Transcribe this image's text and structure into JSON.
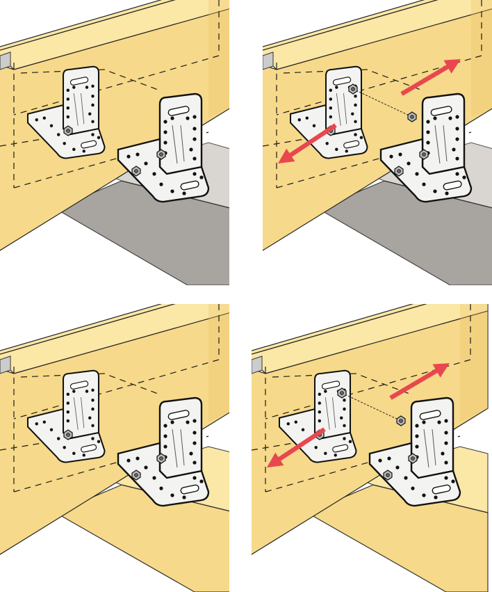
{
  "colors": {
    "background": "#ffffff",
    "beam_light": "#fbe7a6",
    "beam_mid": "#f6d98a",
    "beam_dark": "#efc56a",
    "concrete_top": "#d9d6d2",
    "concrete_side": "#a8a4a0",
    "bracket_fill": "#f3f3f1",
    "bracket_edge": "#111111",
    "hidden_line": "#1a1a1a",
    "arrow": "#e8474f"
  },
  "panels": [
    {
      "id": "top-left",
      "support": "concrete",
      "fastener": "anchor-bolts",
      "arrows": false
    },
    {
      "id": "top-right",
      "support": "concrete",
      "fastener": "through-bolt",
      "arrows": true
    },
    {
      "id": "bottom-left",
      "support": "timber",
      "fastener": "screws",
      "arrows": false
    },
    {
      "id": "bottom-right",
      "support": "timber",
      "fastener": "through-bolt",
      "arrows": true
    }
  ],
  "icons": {
    "bracket": "angle-bracket-icon",
    "arrow": "pull-arrow-icon",
    "bolt": "bolt-icon"
  }
}
